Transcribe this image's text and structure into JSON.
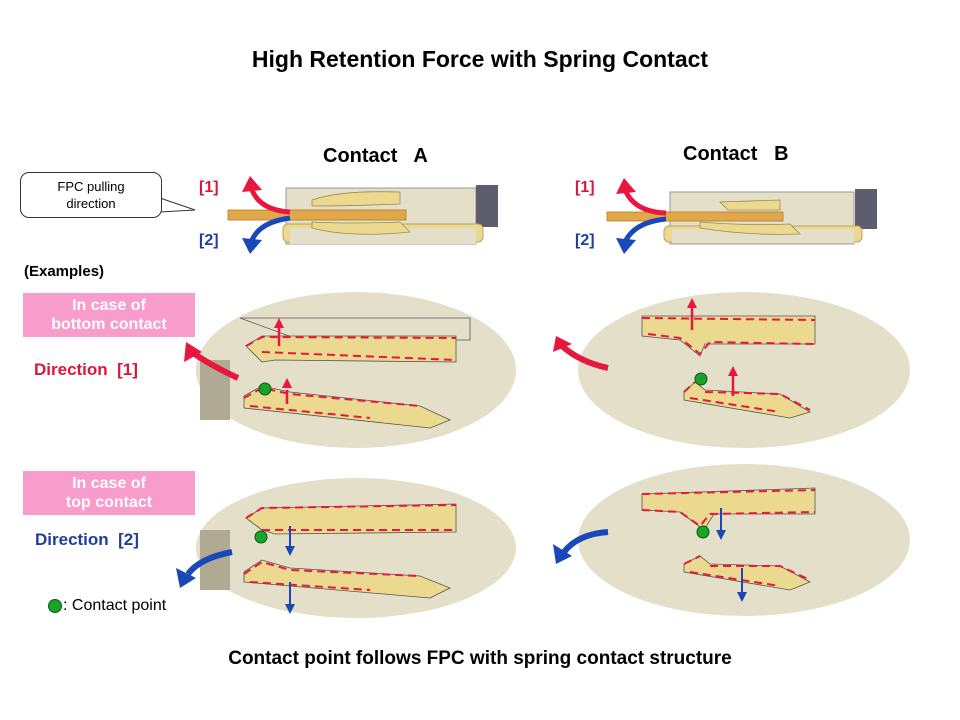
{
  "title": "High Retention Force with Spring Contact",
  "footer": "Contact point follows FPC with spring contact structure",
  "columns": {
    "a": {
      "label": "Contact   A"
    },
    "b": {
      "label": "Contact   B"
    }
  },
  "callout": {
    "line1": "FPC pulling",
    "line2": "direction"
  },
  "pull_labels": {
    "one": "[1]",
    "two": "[2]"
  },
  "examples_label": "(Examples)",
  "cases": [
    {
      "line1": "In case of",
      "line2": "bottom contact",
      "direction": "Direction  [1]"
    },
    {
      "line1": "In case of",
      "line2": "top contact",
      "direction": "Direction  [2]"
    }
  ],
  "legend": {
    "text": ": Contact point"
  },
  "colors": {
    "red": "#e8173f",
    "blue": "#1a48b8",
    "pink": "#f79ccb",
    "contact_green": "#1aa32a",
    "housing": "#e3dfc9",
    "spring": "#ebd98f",
    "fpc": "#e0a84a",
    "cap": "#5d5d6e"
  }
}
